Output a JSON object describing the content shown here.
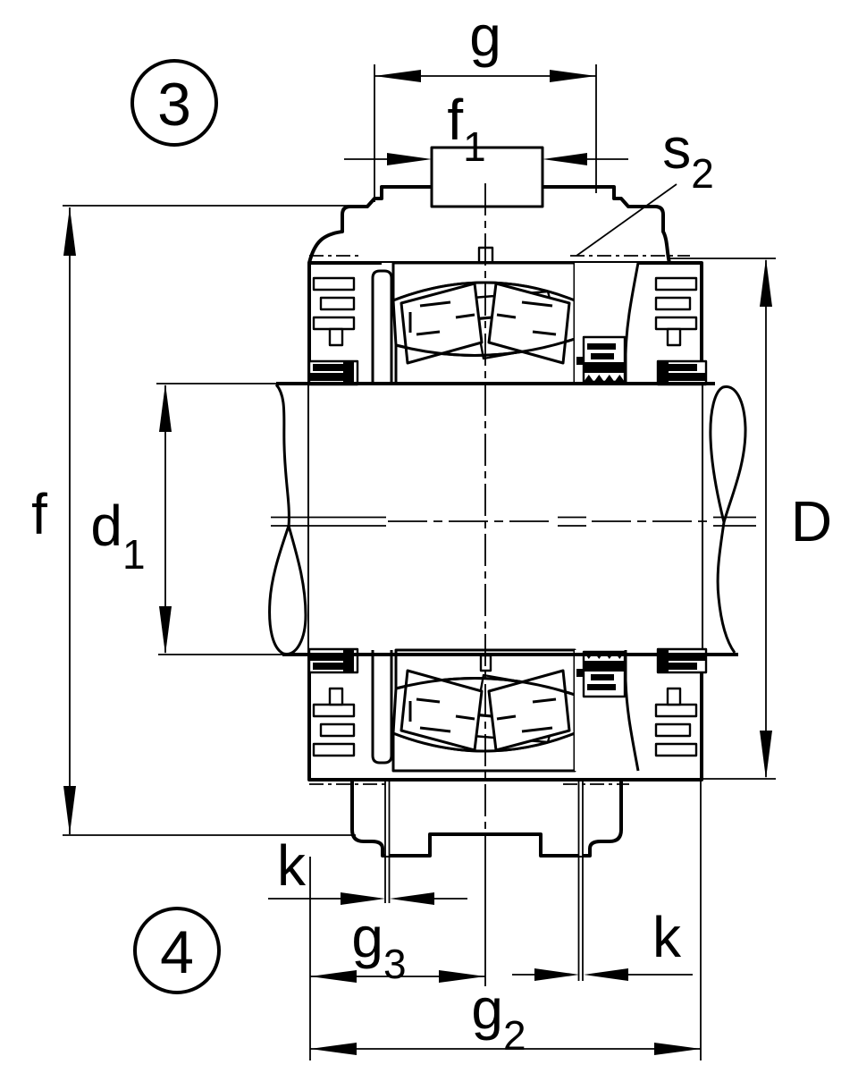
{
  "labels": {
    "g": {
      "base": "g"
    },
    "f1": {
      "base": "f",
      "sub": "1"
    },
    "s2": {
      "base": "s",
      "sub": "2"
    },
    "f": {
      "base": "f"
    },
    "d1": {
      "base": "d",
      "sub": "1"
    },
    "D": {
      "base": "D"
    },
    "k_left": {
      "base": "k"
    },
    "g3": {
      "base": "g",
      "sub": "3"
    },
    "k_right": {
      "base": "k"
    },
    "g2": {
      "base": "g",
      "sub": "2"
    }
  },
  "callouts": {
    "upper": "3",
    "lower": "4"
  },
  "colors": {
    "ink": "#000000",
    "background": "#ffffff"
  }
}
